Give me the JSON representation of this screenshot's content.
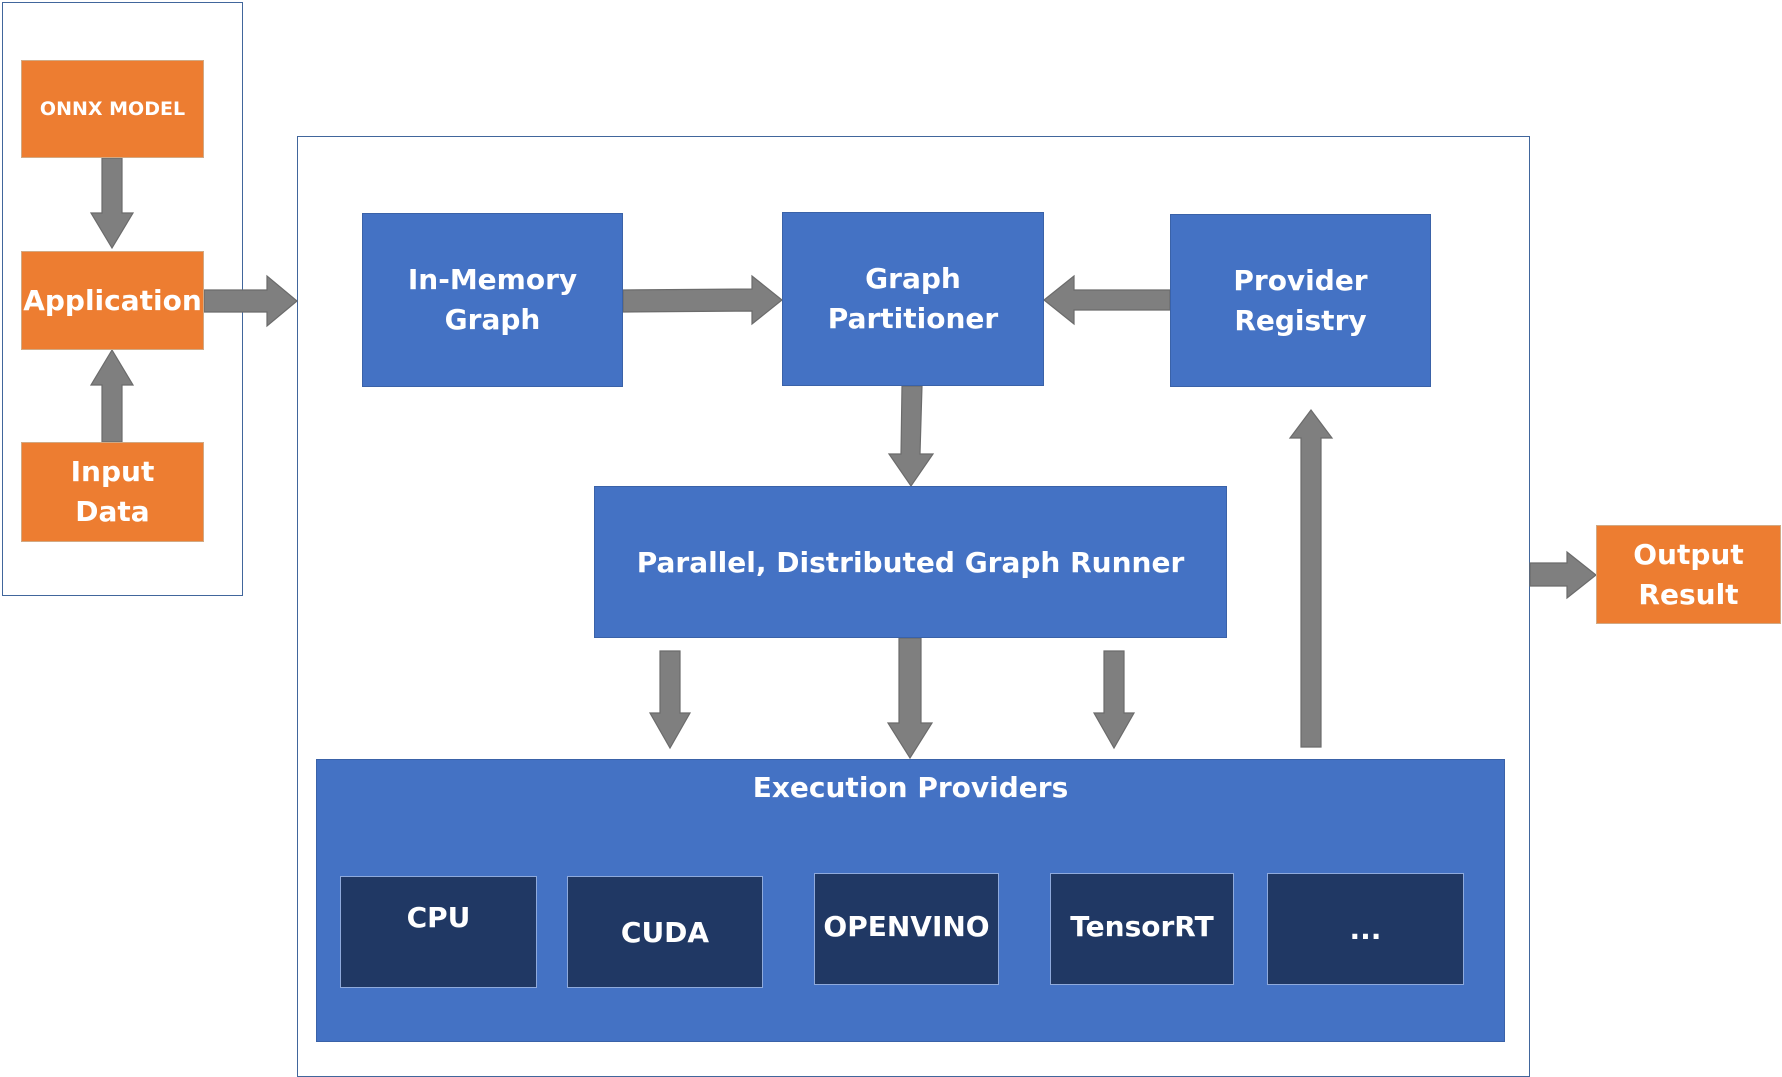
{
  "colors": {
    "orange": "#ed7d31",
    "blue": "#4472c4",
    "navy": "#203864",
    "arrow": "#7f7f7f",
    "frame": "#41669c"
  },
  "left_panel": {
    "onnx_model": "ONNX MODEL",
    "application": "Application",
    "input_data": "Input\nData"
  },
  "runtime": {
    "in_memory_graph": "In-Memory\nGraph",
    "graph_partitioner": "Graph\nPartitioner",
    "provider_registry": "Provider\nRegistry",
    "graph_runner": "Parallel, Distributed Graph Runner",
    "execution_providers": {
      "title": "Execution Providers",
      "items": [
        "CPU",
        "CUDA",
        "OPENVINO",
        "TensorRT",
        "..."
      ]
    }
  },
  "output_result": "Output\nResult"
}
